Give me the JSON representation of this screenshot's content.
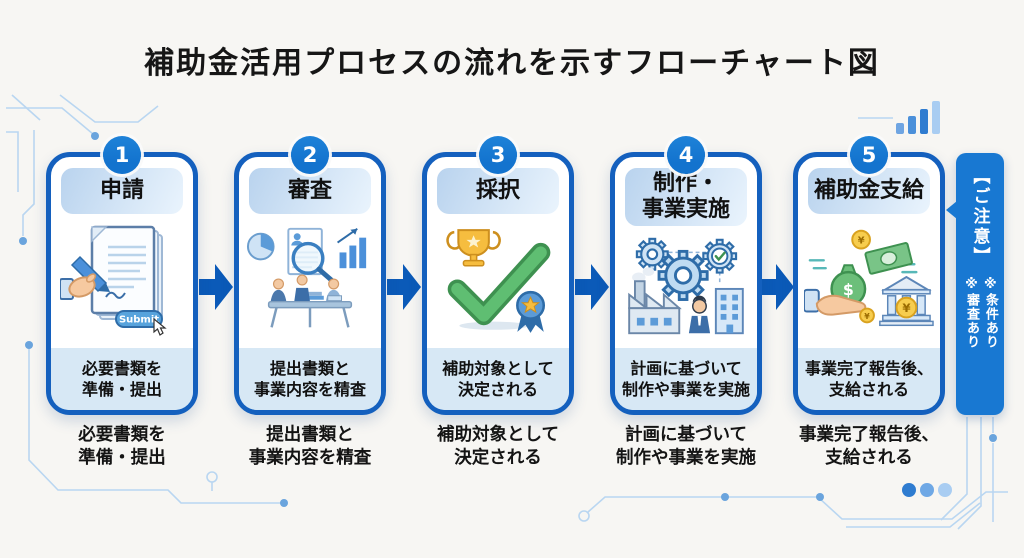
{
  "title": "補助金活用プロセスの流れを示すフローチャート図",
  "steps": [
    {
      "number": "1",
      "title": "申請",
      "desc": "必要書類を\n準備・提出"
    },
    {
      "number": "2",
      "title": "審査",
      "desc": "提出書類と\n事業内容を精査"
    },
    {
      "number": "3",
      "title": "採択",
      "desc": "補助対象として\n決定される"
    },
    {
      "number": "4",
      "title": "制作・\n事業実施",
      "desc": "計画に基づいて\n制作や事業を実施"
    },
    {
      "number": "5",
      "title": "補助金支給",
      "desc": "事業完了報告後、\n支給される"
    }
  ],
  "note": {
    "heading": "【ご注意】",
    "item1": "※条件あり",
    "item2": "※審査あり"
  },
  "illustration_text": {
    "submit": "Submit",
    "dollar": "$",
    "yen": "¥"
  },
  "colors": {
    "accent": "#1460BE",
    "badge": "#1373CE",
    "arrow": "#0B5AB8",
    "note_bg": "#1878D2",
    "header_from": "#B9D3EE",
    "header_to": "#EAF4FD",
    "footer_bg": "#D7E8F5",
    "circuit": "#B9D6F1",
    "text": "#161616"
  }
}
